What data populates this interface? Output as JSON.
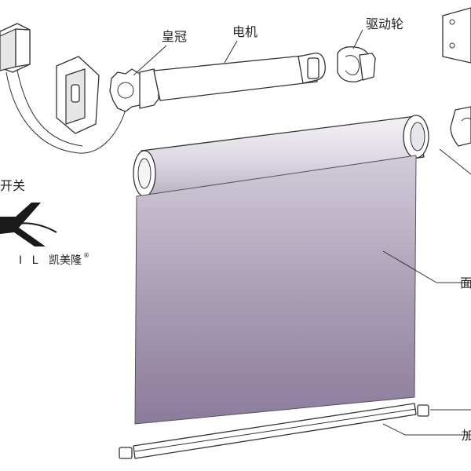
{
  "labels": {
    "crown": "皇冠",
    "motor": "电机",
    "drive_wheel": "驱动轮",
    "switch_partial": "开关",
    "fabric_partial": "面",
    "bottom_partial": "加"
  },
  "logo": {
    "mark": "K",
    "letters": "I L",
    "cn": "凯美隆",
    "reg": "®"
  },
  "colors": {
    "fabric_top": "#cbc4d4",
    "fabric_bottom": "#8e7f9e",
    "line": "#333333"
  }
}
